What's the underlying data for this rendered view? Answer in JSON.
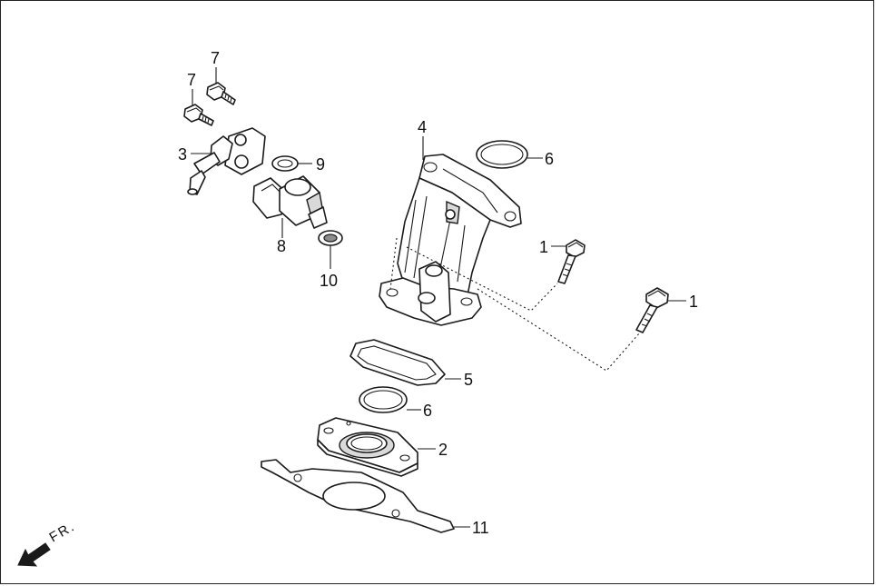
{
  "diagram": {
    "front_indicator": "FR.",
    "callouts": [
      {
        "id": "c7a",
        "label": "7"
      },
      {
        "id": "c7b",
        "label": "7"
      },
      {
        "id": "c3",
        "label": "3"
      },
      {
        "id": "c9",
        "label": "9"
      },
      {
        "id": "c8",
        "label": "8"
      },
      {
        "id": "c10",
        "label": "10"
      },
      {
        "id": "c4",
        "label": "4"
      },
      {
        "id": "c6a",
        "label": "6"
      },
      {
        "id": "c1a",
        "label": "1"
      },
      {
        "id": "c1b",
        "label": "1"
      },
      {
        "id": "c5",
        "label": "5"
      },
      {
        "id": "c6b",
        "label": "6"
      },
      {
        "id": "c2",
        "label": "2"
      },
      {
        "id": "c11",
        "label": "11"
      }
    ]
  }
}
